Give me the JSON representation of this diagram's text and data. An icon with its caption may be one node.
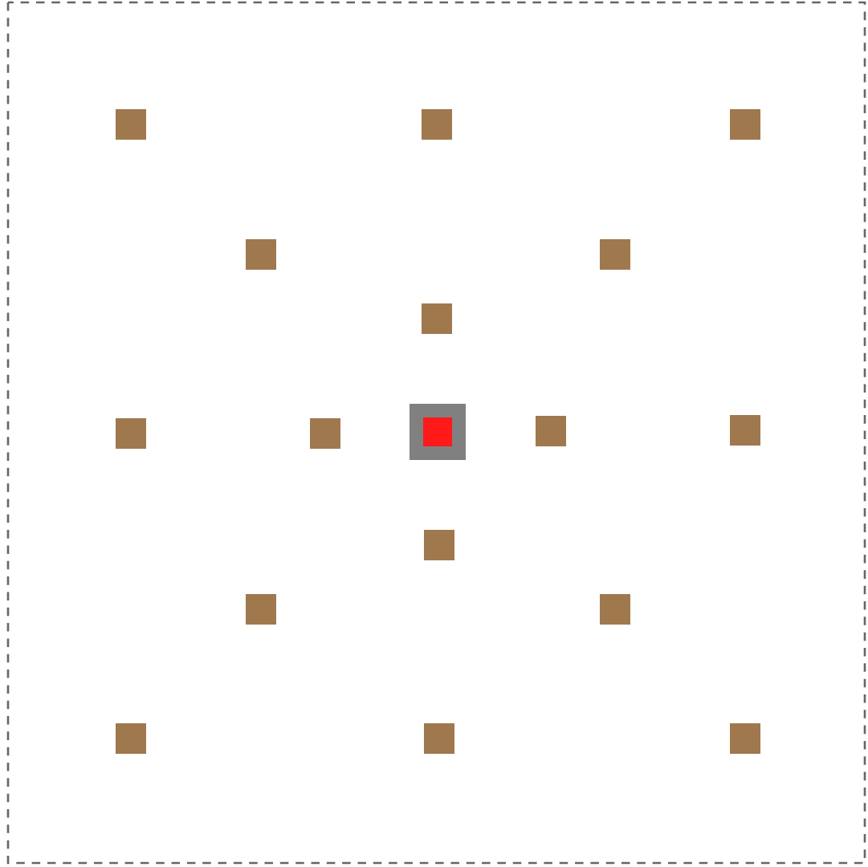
{
  "diagram": {
    "nodes": [
      {
        "text": [],
        "shape": "box"
      },
      {
        "text": [],
        "shape": "box"
      },
      {
        "text": [],
        "shape": "box"
      },
      {
        "text": [],
        "shape": "box"
      },
      {
        "text": [],
        "shape": "box"
      },
      {
        "text": [],
        "shape": "box"
      },
      {
        "text": [],
        "shape": "box"
      },
      {
        "text": [],
        "shape": "box"
      },
      {
        "text": [],
        "shape": "box"
      },
      {
        "text": [],
        "shape": "box",
        "in": 8
      },
      {
        "text": [],
        "shape": "box"
      },
      {
        "text": [],
        "shape": "box"
      },
      {
        "text": [],
        "shape": "box"
      },
      {
        "text": [],
        "shape": "box"
      },
      {
        "text": [],
        "shape": "box"
      },
      {
        "text": [],
        "shape": "box"
      },
      {
        "text": [],
        "shape": "box"
      },
      {
        "text": [],
        "shape": "box"
      }
    ]
  }
}
